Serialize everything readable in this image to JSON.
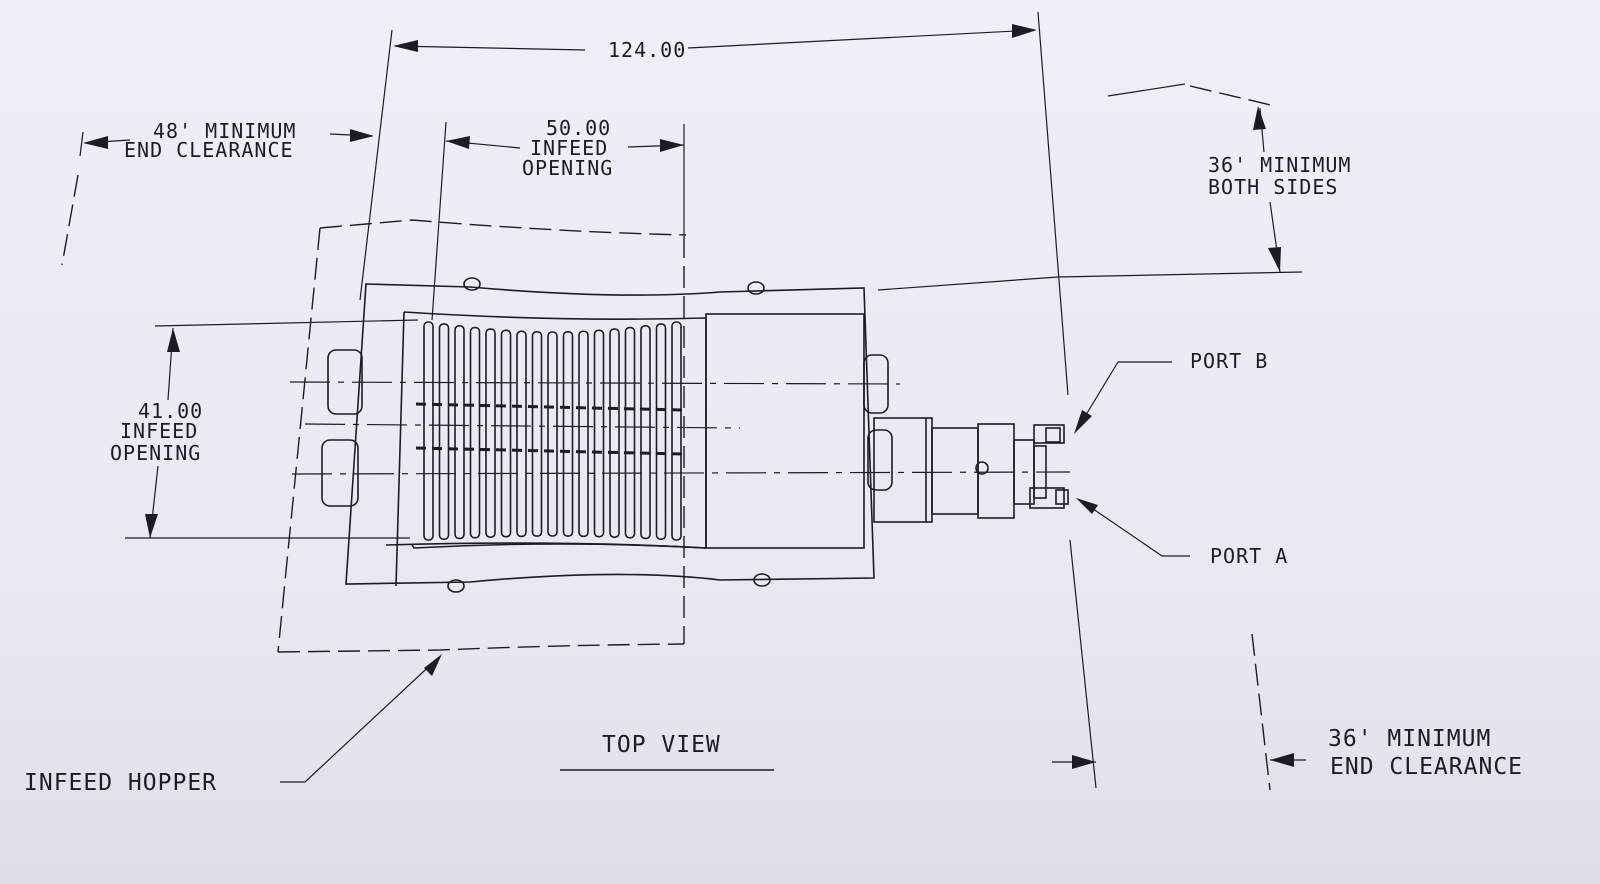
{
  "labels": {
    "overall_length": "124.00",
    "left_clearance_line1": "48' MINIMUM",
    "left_clearance_line2": "END CLEARANCE",
    "infeed_width_value": "50.00",
    "infeed_width_line1": "INFEED",
    "infeed_width_line2": "OPENING",
    "sides_clearance_line1": "36' MINIMUM",
    "sides_clearance_line2": "BOTH SIDES",
    "infeed_height_value": "41.00",
    "infeed_height_line1": "INFEED",
    "infeed_height_line2": "OPENING",
    "port_b": "PORT B",
    "port_a": "PORT A",
    "view_title": "TOP VIEW",
    "infeed_hopper": "INFEED HOPPER",
    "right_clearance_line1": "36' MINIMUM",
    "right_clearance_line2": "END CLEARANCE"
  },
  "colors": {
    "paper": "#e9ebf3",
    "ink": "#1b1c26"
  }
}
